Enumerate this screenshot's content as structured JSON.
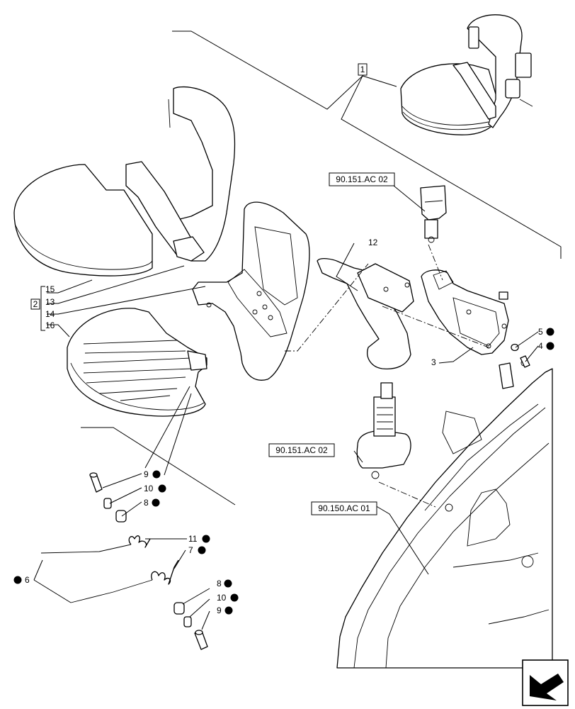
{
  "callouts": {
    "assembly_1": "1",
    "assembly_2": "2",
    "item_3": "3",
    "item_4": "4",
    "item_5": "5",
    "item_6": "6",
    "item_7": "7",
    "item_8a": "8",
    "item_8b": "8",
    "item_9a": "9",
    "item_9b": "9",
    "item_10a": "10",
    "item_10b": "10",
    "item_11": "11",
    "item_12": "12",
    "item_13": "13",
    "item_14": "14",
    "item_15": "15",
    "item_16": "16"
  },
  "references": {
    "seatbelt_buckle_ref": "90.151.AC 02",
    "seatbelt_retractor_ref": "90.151.AC 02",
    "cab_frame_ref": "90.150.AC 01"
  },
  "colors": {
    "line": "#000000",
    "background": "#ffffff",
    "bullet": "#000000"
  }
}
